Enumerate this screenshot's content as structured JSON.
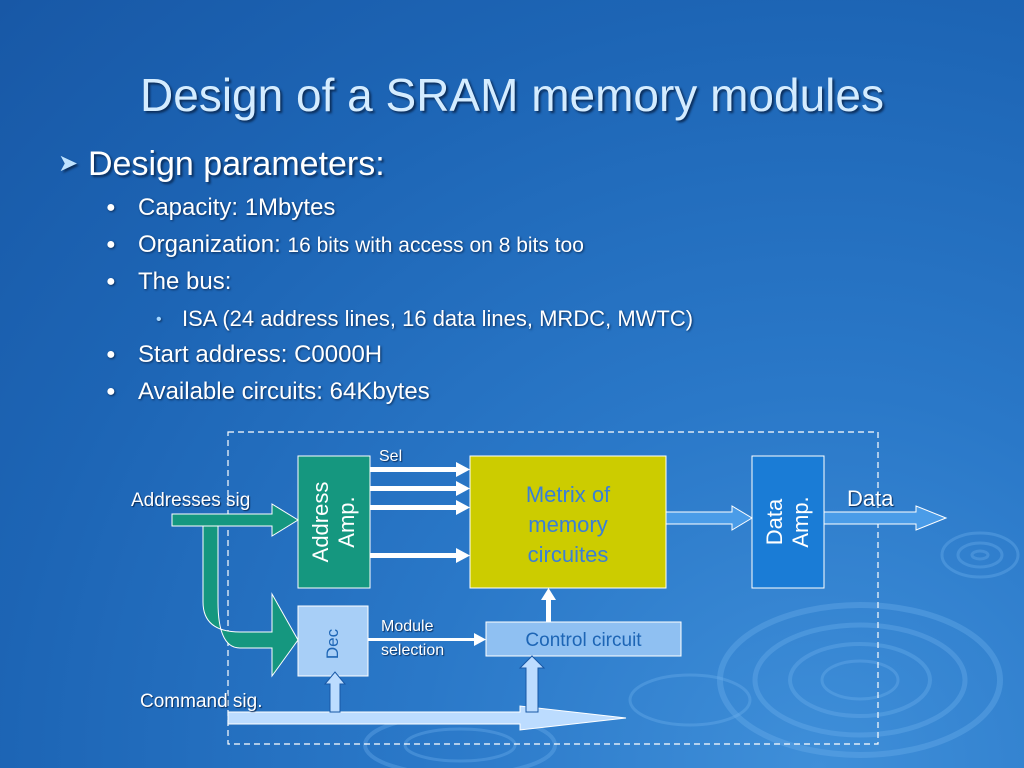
{
  "slide": {
    "title": "Design of a SRAM memory modules",
    "heading": "Design parameters:",
    "bullets": [
      {
        "main": "Capacity: 1Mbytes",
        "extra": ""
      },
      {
        "main": "Organization: ",
        "extra": "16 bits with access on 8 bits too"
      },
      {
        "main": "The bus:",
        "extra": ""
      },
      {
        "main": "Start address: C0000H",
        "extra": ""
      },
      {
        "main": "Available circuits: 64Kbytes",
        "extra": ""
      }
    ],
    "sub_bullets": [
      "ISA (24 address lines, 16 data lines, MRDC, MWTC)"
    ]
  },
  "diagram": {
    "labels": {
      "sel": "Sel",
      "addresses": "Addresses sig",
      "data": "Data",
      "module_selection_1": "Module",
      "module_selection_2": "selection",
      "command": "Command sig."
    },
    "blocks": {
      "address_amp_1": "Address",
      "address_amp_2": "Amp.",
      "matrix_1": "Metrix of",
      "matrix_2": "memory",
      "matrix_3": "circuites",
      "data_amp_1": "Data",
      "data_amp_2": "Amp.",
      "dec": "Dec",
      "control": "Control circuit"
    }
  },
  "colors": {
    "background": "#1d65b5",
    "address_amp": "#15977f",
    "matrix": "#cccc00",
    "matrix_text": "#3a7fd6",
    "data_amp": "#1a7cd6",
    "dec": "#a8cff7",
    "control": "#8fc0f2",
    "arrow_fill": "#bcdcff"
  }
}
